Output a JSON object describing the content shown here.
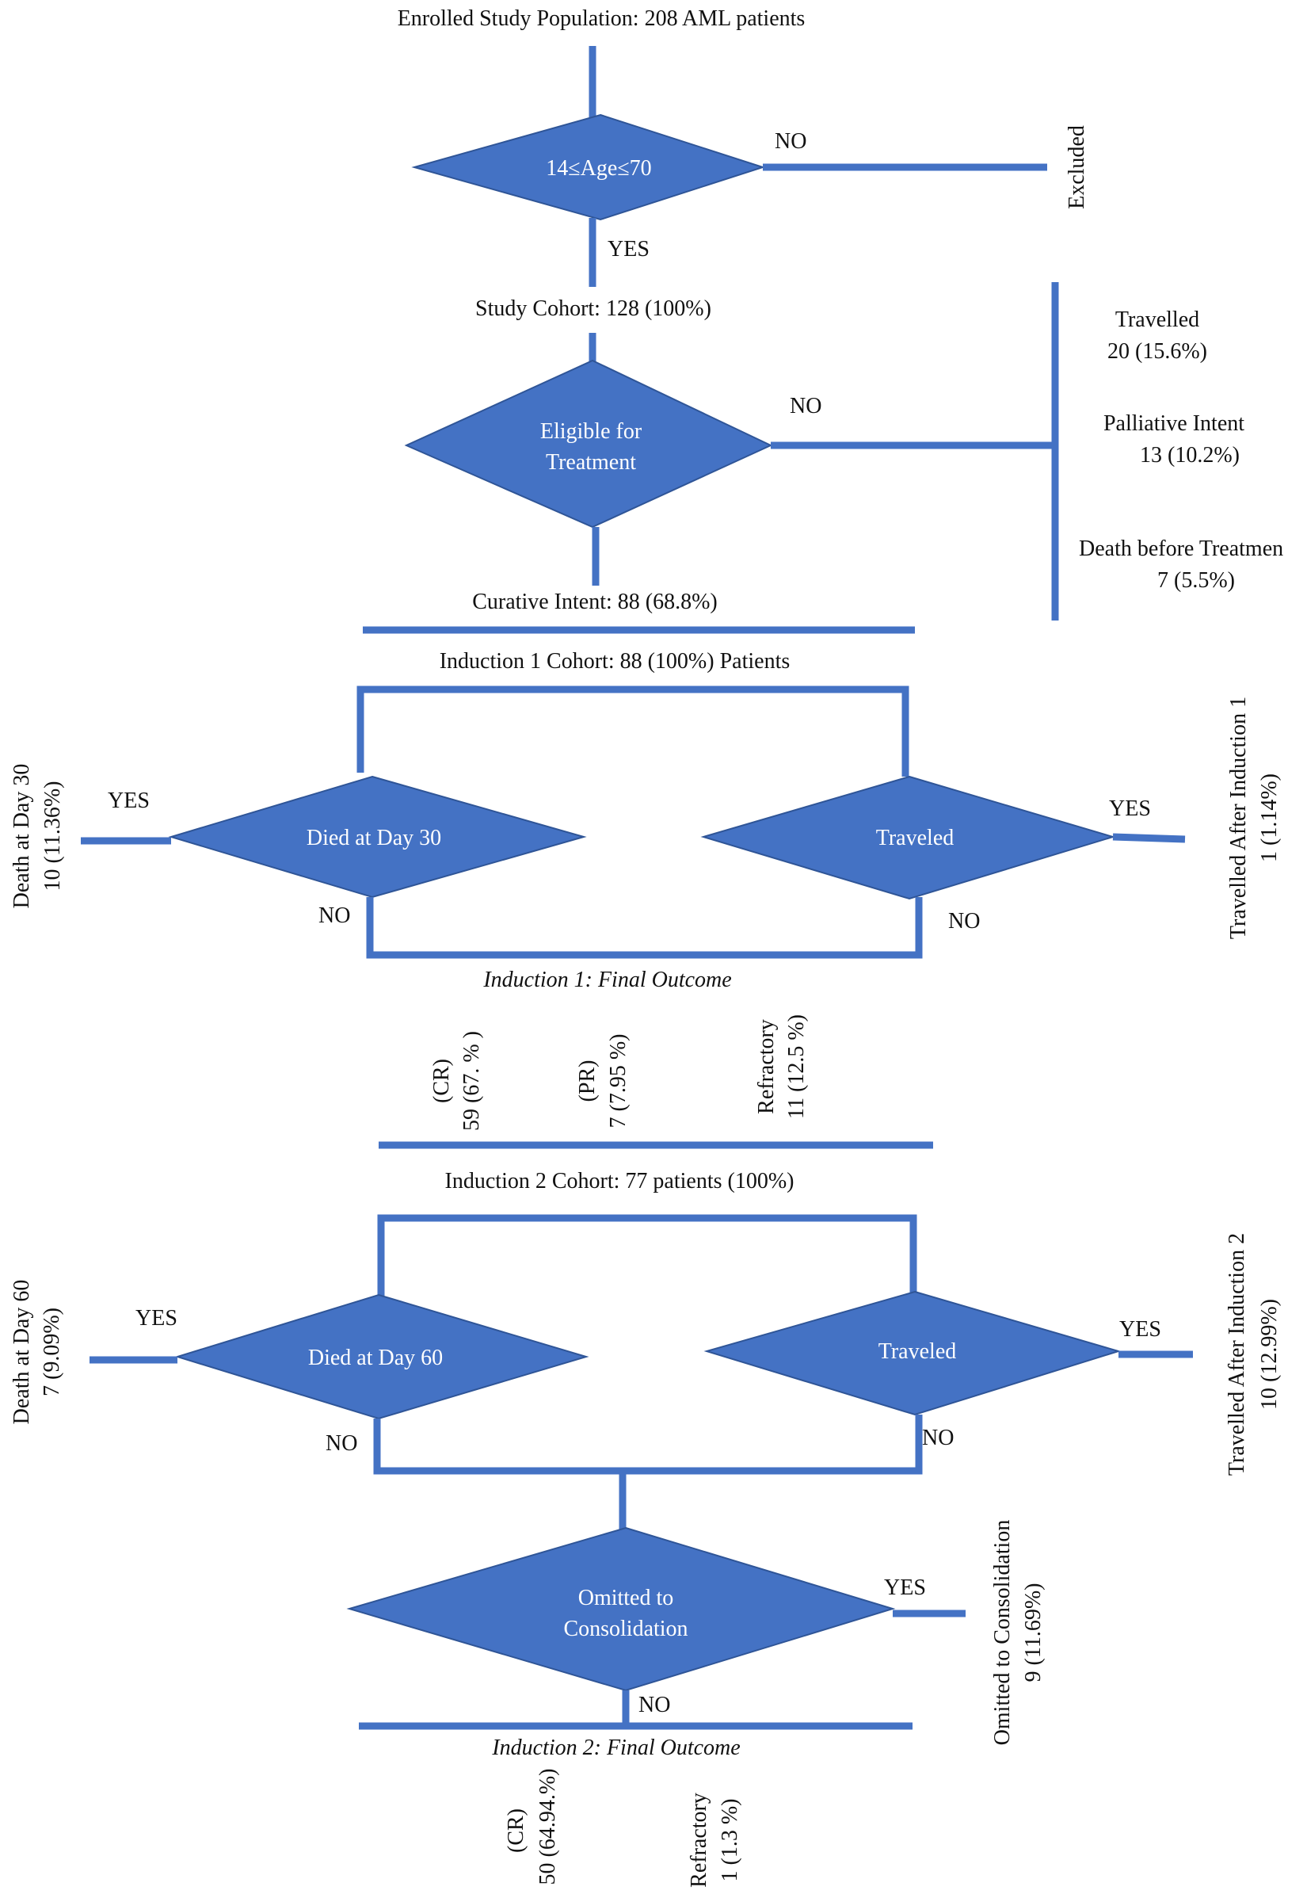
{
  "colors": {
    "flow_blue": "#4472C4",
    "diamond_outline": "#2F5597",
    "text": "#111111",
    "background": "#ffffff"
  },
  "enrolled": "Enrolled Study Population: 208 AML patients",
  "age_check": {
    "label": "14≤Age≤70",
    "no": "NO",
    "yes": "YES",
    "excluded": "Excluded"
  },
  "study_cohort": "Study Cohort: 128 (100%)",
  "eligibility": {
    "label_lines": [
      "Eligible for",
      "Treatment"
    ],
    "no": "NO",
    "travelled": [
      "Travelled",
      "20 (15.6%)"
    ],
    "palliative": [
      "Palliative Intent",
      "13 (10.2%)"
    ],
    "death_before": [
      "Death before Treatmen",
      "7 (5.5%)"
    ]
  },
  "curative": "Curative Intent: 88 (68.8%)",
  "induction1": {
    "cohort": "Induction 1 Cohort: 88 (100%) Patients",
    "died": "Died at Day 30",
    "traveled": "Traveled",
    "yes_left": "YES",
    "yes_right": "YES",
    "no_left": "NO",
    "no_right": "NO",
    "death_side": [
      "Death at Day 30",
      "10 (11.36%)"
    ],
    "travel_side": [
      "Travelled After Induction 1",
      "1 (1.14%)"
    ],
    "final": "Induction 1: Final Outcome",
    "cr": [
      "(CR)",
      "59 (67. % )"
    ],
    "pr": [
      "(PR)",
      "7 (7.95 %)"
    ],
    "refractory": [
      "Refractory",
      "11 (12.5 %)"
    ]
  },
  "induction2": {
    "cohort": "Induction 2 Cohort: 77 patients (100%)",
    "died": "Died at Day 60",
    "traveled": "Traveled",
    "yes_left": "YES",
    "yes_right": "YES",
    "no_left": "NO",
    "no_right": "NO",
    "death_side": [
      "Death at Day 60",
      "7 (9.09%)"
    ],
    "travel_side": [
      "Travelled After Induction 2",
      "10 (12.99%)"
    ],
    "omitted_label": [
      "Omitted to",
      "Consolidation"
    ],
    "omitted_yes": "YES",
    "omitted_no": "NO",
    "omitted_side": [
      "Omitted to Consolidation",
      "9 (11.69%)"
    ],
    "final": "Induction 2: Final Outcome",
    "cr": [
      "(CR)",
      "50 (64.94.%)"
    ],
    "refractory": [
      "Refractory",
      "1 (1.3 %)"
    ]
  }
}
